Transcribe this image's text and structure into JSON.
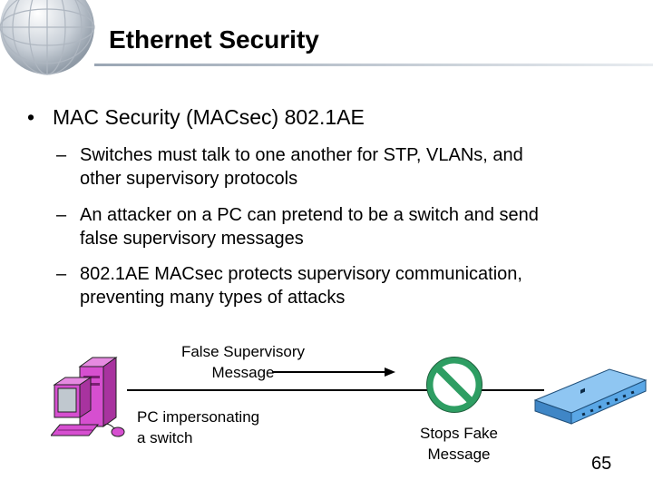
{
  "slide": {
    "title": "Ethernet Security",
    "bullet": {
      "marker": "•",
      "text": "MAC Security (MACsec) 802.1AE"
    },
    "sub_bullets": [
      {
        "marker": "–",
        "line1": "Switches must talk to one another for STP, VLANs, and",
        "line2": "other supervisory protocols"
      },
      {
        "marker": "–",
        "line1": "An attacker on a PC can pretend to be a switch and send",
        "line2": "false supervisory messages"
      },
      {
        "marker": "–",
        "line1": "802.1AE MACsec protects supervisory communication,",
        "line2": "preventing many types of attacks"
      }
    ],
    "diagram": {
      "message_label_line1": "False Supervisory",
      "message_label_line2": "Message",
      "pc_label_line1": "PC impersonating",
      "pc_label_line2": "a switch",
      "stop_label_line1": "Stops Fake",
      "stop_label_line2": "Message",
      "icons": [
        "computer-icon",
        "arrow-icon",
        "prohibition-sign-icon",
        "network-switch-icon",
        "globe-icon"
      ]
    },
    "page_number": "65",
    "colors": {
      "pc_body": "#d64fd0",
      "prohibition_green": "#2e9e63",
      "switch_blue": "#5aa7e6"
    }
  }
}
